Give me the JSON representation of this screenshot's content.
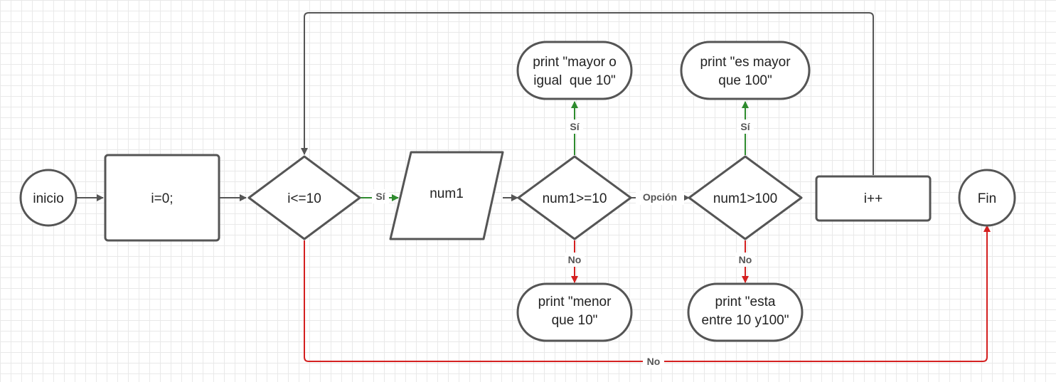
{
  "nodes": {
    "inicio": "inicio",
    "init": "i=0;",
    "cond_loop": "i<=10",
    "input": "num1",
    "cond_ge10": "num1>=10",
    "cond_gt100": "num1>100",
    "increment": "i++",
    "fin": "Fin",
    "print_ge10": [
      "print \"mayor o",
      "igual  que 10\""
    ],
    "print_gt100": [
      "print \"es mayor",
      "que 100\""
    ],
    "print_lt10": [
      "print \"menor",
      "que 10\""
    ],
    "print_between": [
      "print \"esta",
      "entre 10 y100\""
    ]
  },
  "edge_labels": {
    "loop_yes": "Sí",
    "ge10_yes": "Sí",
    "ge10_no": "No",
    "option": "Opción",
    "gt100_yes": "Sí",
    "gt100_no": "No",
    "loop_no": "No"
  },
  "colors": {
    "shape_stroke": "#555555",
    "edge_default": "#555555",
    "edge_yes": "#2e8b2e",
    "edge_no": "#d42020",
    "label_text": "#555555"
  }
}
